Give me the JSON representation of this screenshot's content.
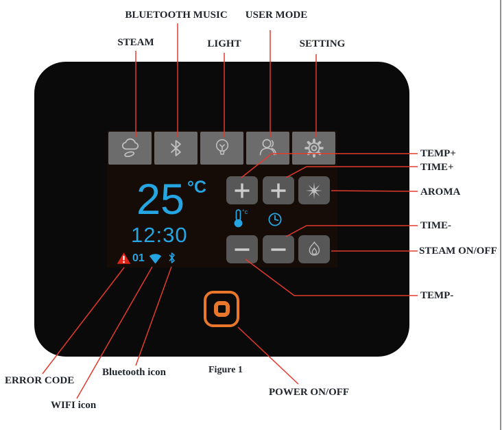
{
  "figure_caption": "Figure 1",
  "callouts": {
    "steam": "STEAM",
    "bluetooth_music": "BLUETOOTH MUSIC",
    "light": "LIGHT",
    "user_mode": "USER MODE",
    "setting": "SETTING",
    "temp_plus": "TEMP+",
    "time_plus": "TIME+",
    "aroma": "AROMA",
    "time_minus": "TIME-",
    "steam_on_off": "STEAM ON/OFF",
    "temp_minus": "TEMP-",
    "error_code": "ERROR CODE",
    "wifi": "WIFI icon",
    "bluetooth": "Bluetooth icon",
    "power": "POWER ON/OFF"
  },
  "display": {
    "temperature": "25",
    "temperature_unit": "°C",
    "time": "12:30",
    "error_code": "01",
    "thermometer_superscript": "°c"
  },
  "icons": {
    "top_keys": [
      "steam-cloud-icon",
      "bluetooth-icon",
      "light-bulb-icon",
      "user-icon",
      "gear-icon"
    ],
    "grid_keys": [
      "plus-icon",
      "plus-icon",
      "aroma-star-icon",
      "minus-icon",
      "minus-icon",
      "flame-icon"
    ],
    "status": [
      "warning-triangle-icon",
      "wifi-icon",
      "bluetooth-small-icon"
    ],
    "indicators": [
      "thermometer-icon",
      "clock-icon"
    ],
    "power": "rounded-square-ring-icon"
  },
  "colors": {
    "display_blue": "#25a5e2",
    "alert_red": "#e02417",
    "leader_line_red": "#e23a2d",
    "power_orange": "#e8762b",
    "top_key_gray": "#6c6c6c",
    "grid_key_gray": "#575757",
    "device_black": "#0a0a0a"
  }
}
